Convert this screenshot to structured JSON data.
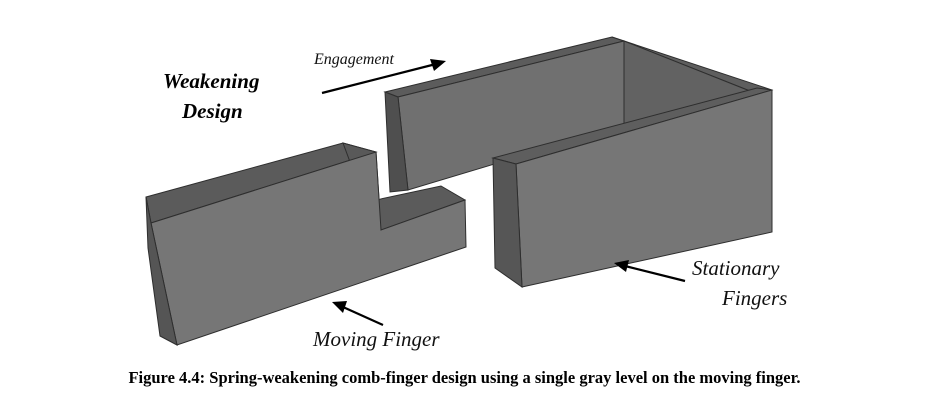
{
  "figure": {
    "title_line1": "Weakening",
    "title_line2": "Design",
    "engagement_label": "Engagement",
    "stationary_label_line1": "Stationary",
    "stationary_label_line2": "Fingers",
    "moving_label": "Moving Finger",
    "caption": "Figure 4.4: Spring-weakening comb-finger design using a single gray level on the moving finger."
  },
  "colors": {
    "front_face": "#737373",
    "side_face": "#5a5a5a",
    "top_face": "#6a6a6a",
    "edge": "#2e2e2e",
    "text": "#000000"
  }
}
